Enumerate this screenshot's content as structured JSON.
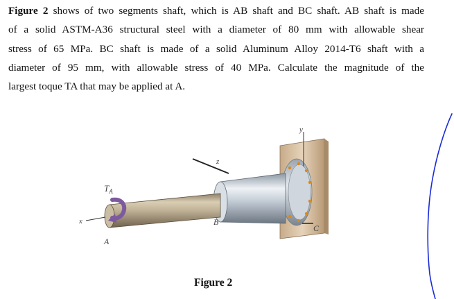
{
  "problem": {
    "figure_ref": "Figure 2",
    "line1_rest": " shows of two segments shaft, which is AB shaft and BC shaft. AB shaft is made",
    "line2": "of a solid ASTM-A36 structural steel with a diameter of 80 mm with allowable shear",
    "line3": "stress of 65 MPa. BC shaft is made of a solid Aluminum Alloy 2014-T6 shaft with a",
    "line4": "diameter of 95 mm, with allowable stress of 40 MPa.  Calculate the magnitude of the",
    "line5": "largest toque TA that may be applied at A."
  },
  "figure": {
    "labels": {
      "torque": "TA",
      "point_a": "A",
      "point_b": "B",
      "point_c": "C",
      "axis_x": "x",
      "axis_y": "y",
      "axis_z": "z"
    },
    "caption": "Figure 2"
  },
  "colors": {
    "steel_shaft": "#b0a48a",
    "aluminum_shaft": "#b9c3cd",
    "wall_plate": "#d9c3a6",
    "torque_arrow": "#7d5a9e",
    "annotation_ink": "#1a2bd6"
  }
}
